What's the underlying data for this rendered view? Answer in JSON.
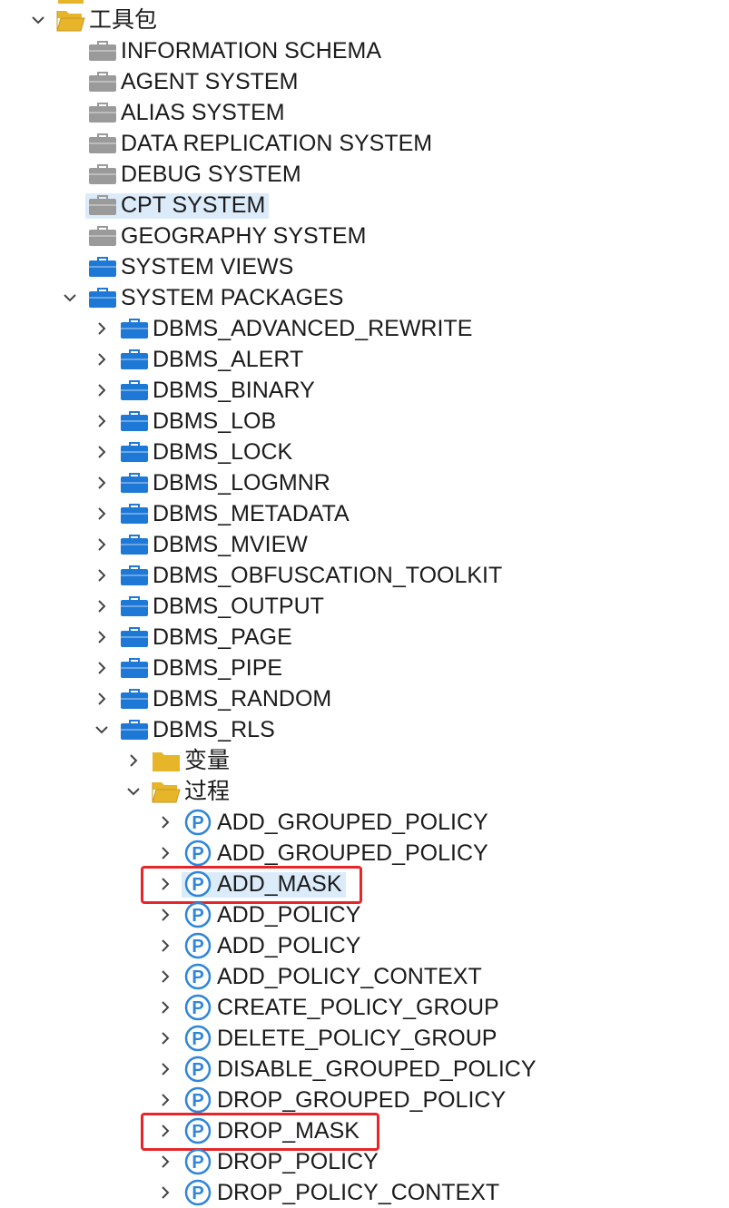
{
  "tree": {
    "root": {
      "label": "工具包",
      "icon": "folder-open-icon",
      "expanded": true
    },
    "schemas": [
      {
        "label": "INFORMATION SCHEMA",
        "icon": "gray-briefcase-icon"
      },
      {
        "label": "AGENT SYSTEM",
        "icon": "gray-briefcase-icon"
      },
      {
        "label": "ALIAS SYSTEM",
        "icon": "gray-briefcase-icon"
      },
      {
        "label": "DATA REPLICATION SYSTEM",
        "icon": "gray-briefcase-icon"
      },
      {
        "label": "DEBUG SYSTEM",
        "icon": "gray-briefcase-icon"
      },
      {
        "label": "CPT SYSTEM",
        "icon": "gray-briefcase-icon",
        "selected": true
      },
      {
        "label": "GEOGRAPHY SYSTEM",
        "icon": "gray-briefcase-icon"
      },
      {
        "label": "SYSTEM VIEWS",
        "icon": "blue-briefcase-icon"
      },
      {
        "label": "SYSTEM PACKAGES",
        "icon": "blue-briefcase-icon",
        "expanded": true
      }
    ],
    "packages": [
      {
        "label": "DBMS_ADVANCED_REWRITE"
      },
      {
        "label": "DBMS_ALERT"
      },
      {
        "label": "DBMS_BINARY"
      },
      {
        "label": "DBMS_LOB"
      },
      {
        "label": "DBMS_LOCK"
      },
      {
        "label": "DBMS_LOGMNR"
      },
      {
        "label": "DBMS_METADATA"
      },
      {
        "label": "DBMS_MVIEW"
      },
      {
        "label": "DBMS_OBFUSCATION_TOOLKIT"
      },
      {
        "label": "DBMS_OUTPUT"
      },
      {
        "label": "DBMS_PAGE"
      },
      {
        "label": "DBMS_PIPE"
      },
      {
        "label": "DBMS_RANDOM"
      },
      {
        "label": "DBMS_RLS",
        "expanded": true
      }
    ],
    "rls_children": [
      {
        "label": "变量",
        "icon": "folder-icon",
        "expanded": false
      },
      {
        "label": "过程",
        "icon": "folder-open-icon",
        "expanded": true
      }
    ],
    "procedures": [
      {
        "label": "ADD_GROUPED_POLICY"
      },
      {
        "label": "ADD_GROUPED_POLICY"
      },
      {
        "label": "ADD_MASK",
        "selected": true,
        "highlighted": true
      },
      {
        "label": "ADD_POLICY"
      },
      {
        "label": "ADD_POLICY"
      },
      {
        "label": "ADD_POLICY_CONTEXT"
      },
      {
        "label": "CREATE_POLICY_GROUP"
      },
      {
        "label": "DELETE_POLICY_GROUP"
      },
      {
        "label": "DISABLE_GROUPED_POLICY"
      },
      {
        "label": "DROP_GROUPED_POLICY"
      },
      {
        "label": "DROP_MASK",
        "highlighted": true
      },
      {
        "label": "DROP_POLICY"
      },
      {
        "label": "DROP_POLICY_CONTEXT"
      }
    ]
  },
  "colors": {
    "folder": "#e6b52a",
    "gray_briefcase": "#9a9a9a",
    "blue_briefcase": "#1e78d6",
    "procedure_icon": "#2f86d8",
    "selection": "#dcebfa",
    "highlight_border": "#e8262a",
    "chevron": "#444444"
  }
}
